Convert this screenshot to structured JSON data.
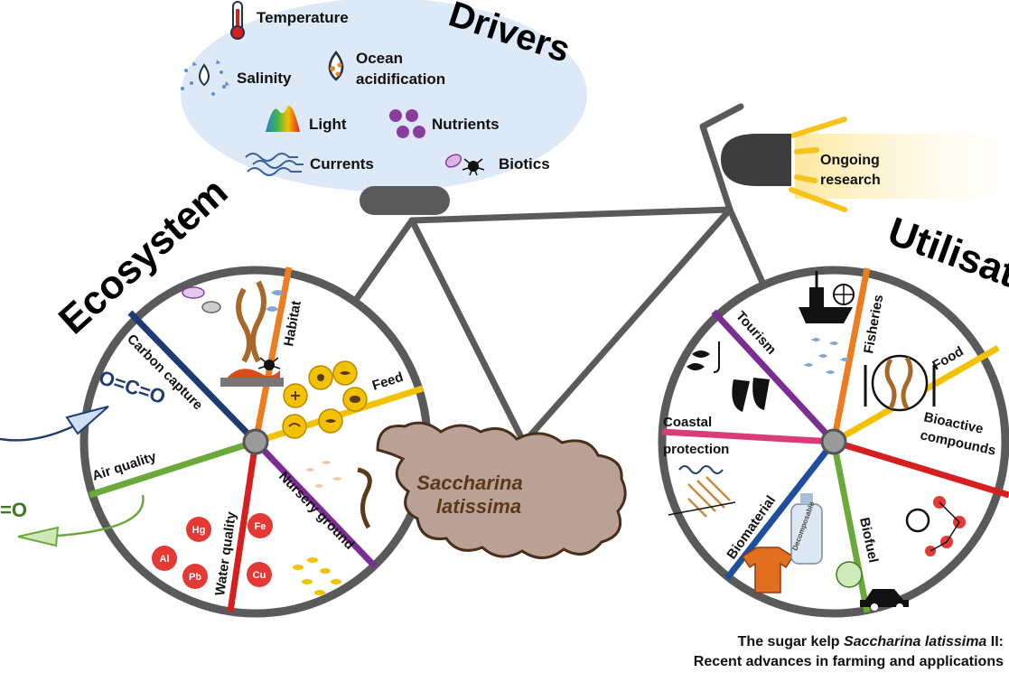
{
  "drivers": {
    "title": "Drivers",
    "items": {
      "temperature": "Temperature",
      "salinity": "Salinity",
      "ocean_acidification_line1": "Ocean",
      "ocean_acidification_line2": "acidification",
      "light": "Light",
      "nutrients": "Nutrients",
      "currents": "Currents",
      "biotics": "Biotics"
    }
  },
  "ongoing_research": {
    "line1": "Ongoing",
    "line2": "research"
  },
  "ecosystem": {
    "title": "Ecosystem",
    "spokes": {
      "carbon_capture": "Carbon capture",
      "habitat": "Habitat",
      "feed": "Feed",
      "air_quality": "Air quality",
      "water_quality": "Water quality",
      "nursery_ground": "Nursery ground"
    },
    "co2_formula": "O=C=O",
    "o2_formula": "=O",
    "metals": [
      "Hg",
      "Fe",
      "Al",
      "Pb",
      "Cu"
    ]
  },
  "kelp": {
    "line1": "Saccharina",
    "line2": "latissima"
  },
  "utilisation": {
    "title": "Utilisation",
    "spokes": {
      "tourism": "Tourism",
      "fisheries": "Fisheries",
      "food": "Food",
      "coastal_protection_line1": "Coastal",
      "coastal_protection_line2": "protection",
      "bioactive_line1": "Bioactive",
      "bioactive_line2": "compounds",
      "biomaterial": "Biomaterial",
      "biofuel": "Biofuel"
    },
    "bottle_text": "Decomposable"
  },
  "caption": {
    "line1_prefix": "The sugar kelp ",
    "line1_italic": "Saccharina latissima",
    "line1_suffix": " II:",
    "line2": "Recent advances in farming and applications"
  },
  "colors": {
    "frame": "#5a5a5a",
    "drivers_bubble": "#dde9f7",
    "kelp_body": "#b9a196",
    "carbon_spoke": "#1f3b73",
    "habitat_spoke": "#ee7d22",
    "feed_spoke": "#f2c100",
    "air_spoke": "#6aaa3a",
    "water_spoke": "#d61f1f",
    "nursery_spoke": "#7b2d93",
    "tourism_spoke": "#7b2d93",
    "fisheries_spoke": "#ee7d22",
    "food_spoke": "#f2c100",
    "coastal_spoke": "#d93d78",
    "bioactive_spoke": "#d61f1f",
    "biomaterial_spoke": "#1f4e9c",
    "biofuel_spoke": "#6aaa3a",
    "research_light": "#f7c21a"
  }
}
